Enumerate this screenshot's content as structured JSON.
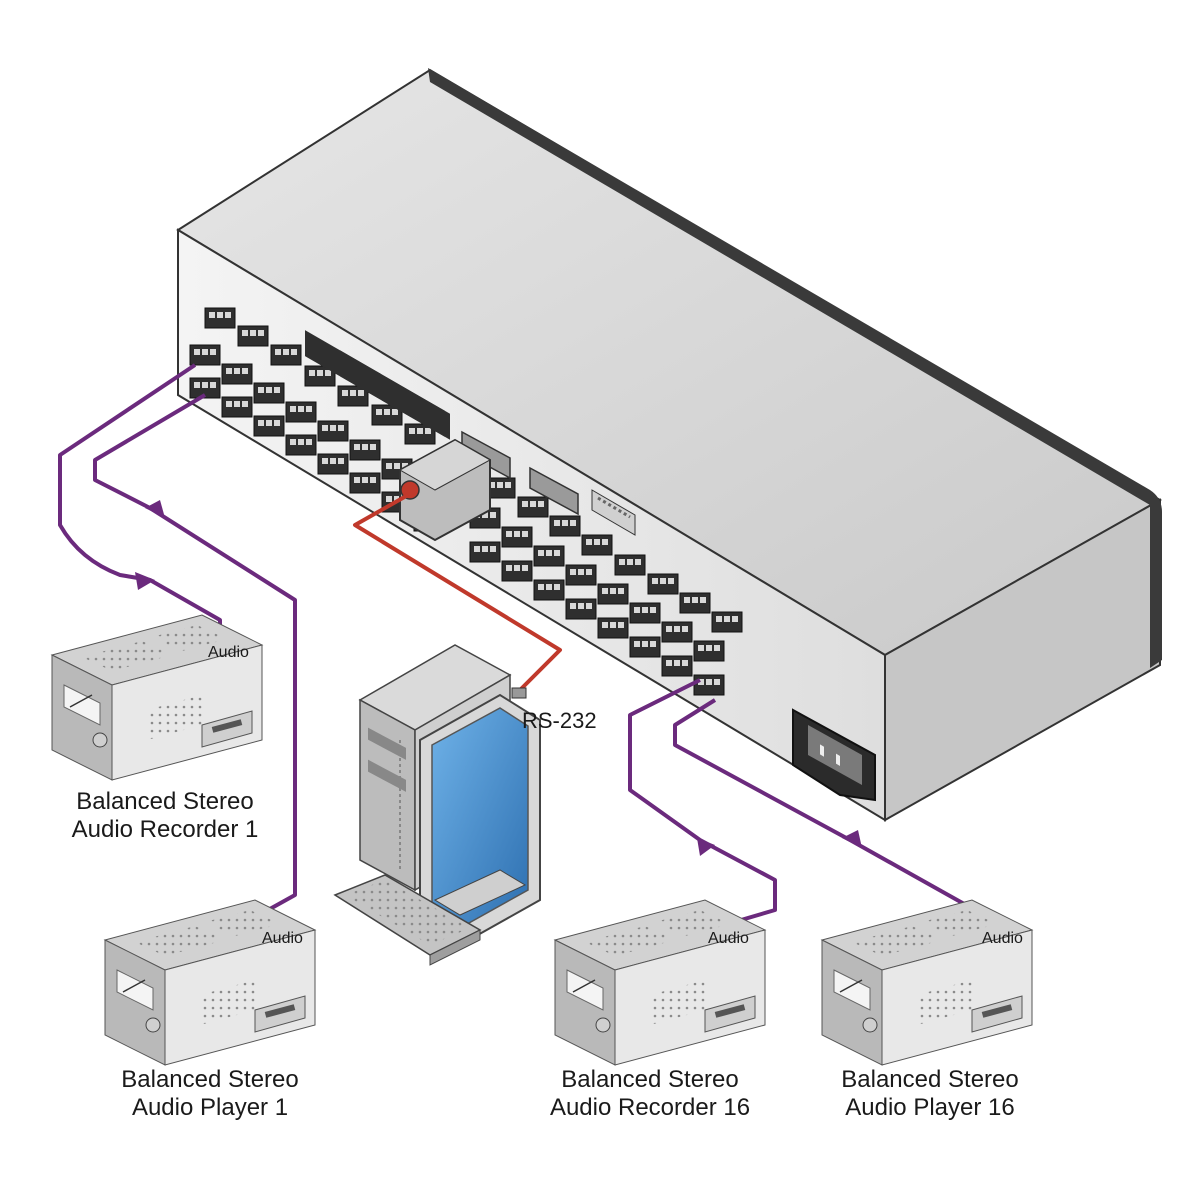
{
  "diagram": {
    "devices": [
      {
        "id": "rec1",
        "caption_line1": "Balanced Stereo",
        "caption_line2": "Audio Recorder 1",
        "cable_label": "Audio"
      },
      {
        "id": "play1",
        "caption_line1": "Balanced Stereo",
        "caption_line2": "Audio Player 1",
        "cable_label": "Audio"
      },
      {
        "id": "rec16",
        "caption_line1": "Balanced Stereo",
        "caption_line2": "Audio Recorder 16",
        "cable_label": "Audio"
      },
      {
        "id": "play16",
        "caption_line1": "Balanced Stereo",
        "caption_line2": "Audio Player 16",
        "cable_label": "Audio"
      }
    ],
    "rs232_label": "RS-232",
    "colors": {
      "audio_cable": "#6b2a7d",
      "rs232_cable": "#c0392b",
      "chassis_top": "#dcdcdc",
      "chassis_front": "#efefef",
      "chassis_side": "#c8c8c8",
      "monitor_screen": "#3c86c9"
    },
    "icons": [
      "audio-deck-icon",
      "computer-icon",
      "monitor-icon",
      "keyboard-icon",
      "power-inlet-icon",
      "rs232-connector-icon",
      "terminal-block-icon"
    ]
  }
}
